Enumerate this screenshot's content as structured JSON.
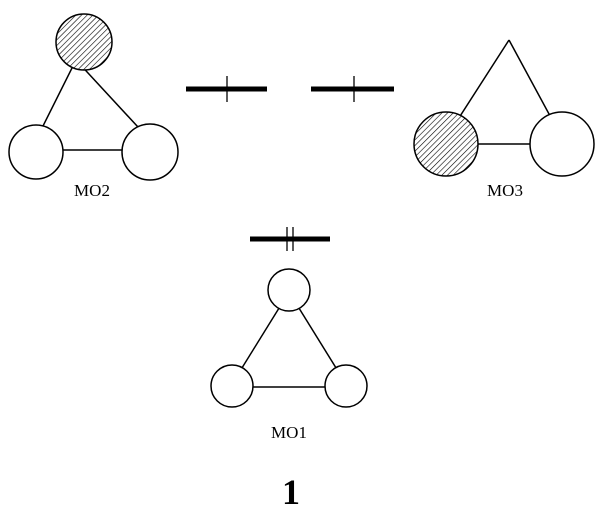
{
  "figure": {
    "compound_number": "1",
    "orbitals": [
      {
        "label": "MO2",
        "electrons": 1
      },
      {
        "label": "MO3",
        "electrons": 1
      },
      {
        "label": "MO1",
        "electrons": 2
      }
    ]
  }
}
